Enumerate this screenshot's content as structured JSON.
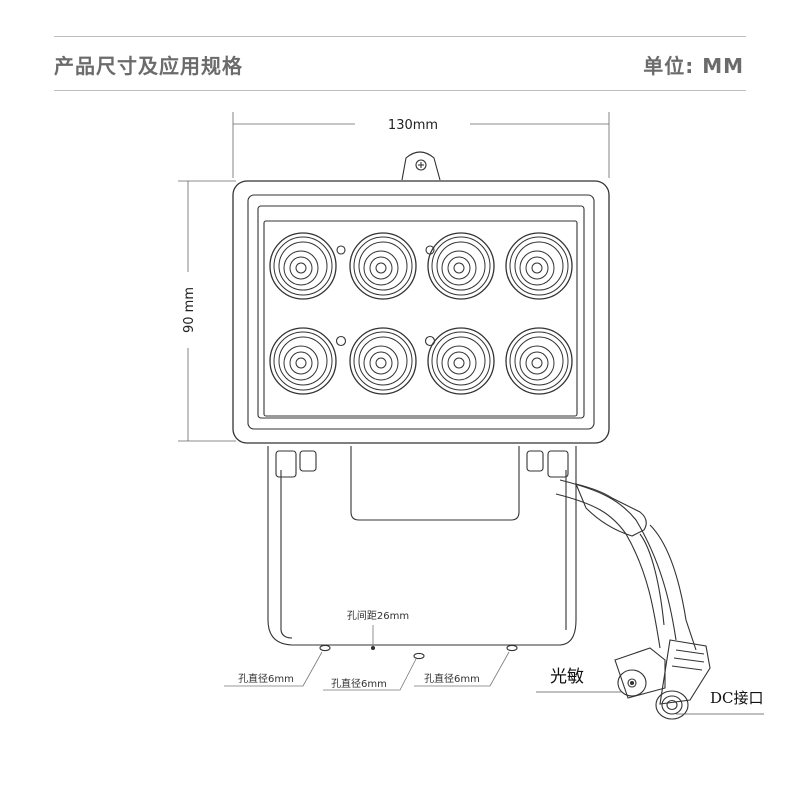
{
  "header": {
    "title": "产品尺寸及应用规格",
    "unit": "单位: MM"
  },
  "dimensions": {
    "width": "130mm",
    "height": "90 mm"
  },
  "annotations": {
    "hole_spacing": "孔间距26mm",
    "hole_diameter_left": "孔直径6mm",
    "hole_diameter_middle": "孔直径6mm",
    "hole_diameter_right": "孔直径6mm",
    "photosensor": "光敏",
    "dc_port": "DC接口"
  },
  "device": {
    "led_count": 8,
    "led_rows": 2,
    "led_columns": 4
  }
}
